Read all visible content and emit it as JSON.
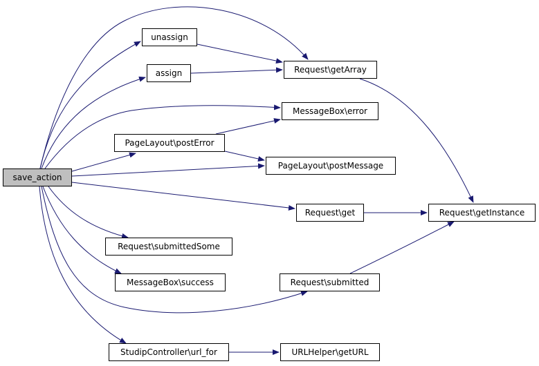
{
  "diagram": {
    "edge_color": "#191970",
    "root_fill": "#bfbfbf",
    "nodes": {
      "save_action": "save_action",
      "unassign": "unassign",
      "assign": "assign",
      "getArray": "Request\\getArray",
      "messagebox_error": "MessageBox\\error",
      "postError": "PageLayout\\postError",
      "postMessage": "PageLayout\\postMessage",
      "request_get": "Request\\get",
      "getInstance": "Request\\getInstance",
      "submittedSome": "Request\\submittedSome",
      "messagebox_success": "MessageBox\\success",
      "submitted": "Request\\submitted",
      "url_for": "StudipController\\url_for",
      "getURL": "URLHelper\\getURL"
    },
    "edges": [
      [
        "save_action",
        "getArray"
      ],
      [
        "save_action",
        "unassign"
      ],
      [
        "save_action",
        "assign"
      ],
      [
        "save_action",
        "messagebox_error"
      ],
      [
        "save_action",
        "postError"
      ],
      [
        "save_action",
        "postMessage"
      ],
      [
        "save_action",
        "request_get"
      ],
      [
        "save_action",
        "submittedSome"
      ],
      [
        "save_action",
        "messagebox_success"
      ],
      [
        "save_action",
        "submitted"
      ],
      [
        "save_action",
        "url_for"
      ],
      [
        "unassign",
        "getArray"
      ],
      [
        "assign",
        "getArray"
      ],
      [
        "getArray",
        "getInstance"
      ],
      [
        "postError",
        "messagebox_error"
      ],
      [
        "postError",
        "postMessage"
      ],
      [
        "request_get",
        "getInstance"
      ],
      [
        "submitted",
        "getInstance"
      ],
      [
        "url_for",
        "getURL"
      ]
    ]
  }
}
